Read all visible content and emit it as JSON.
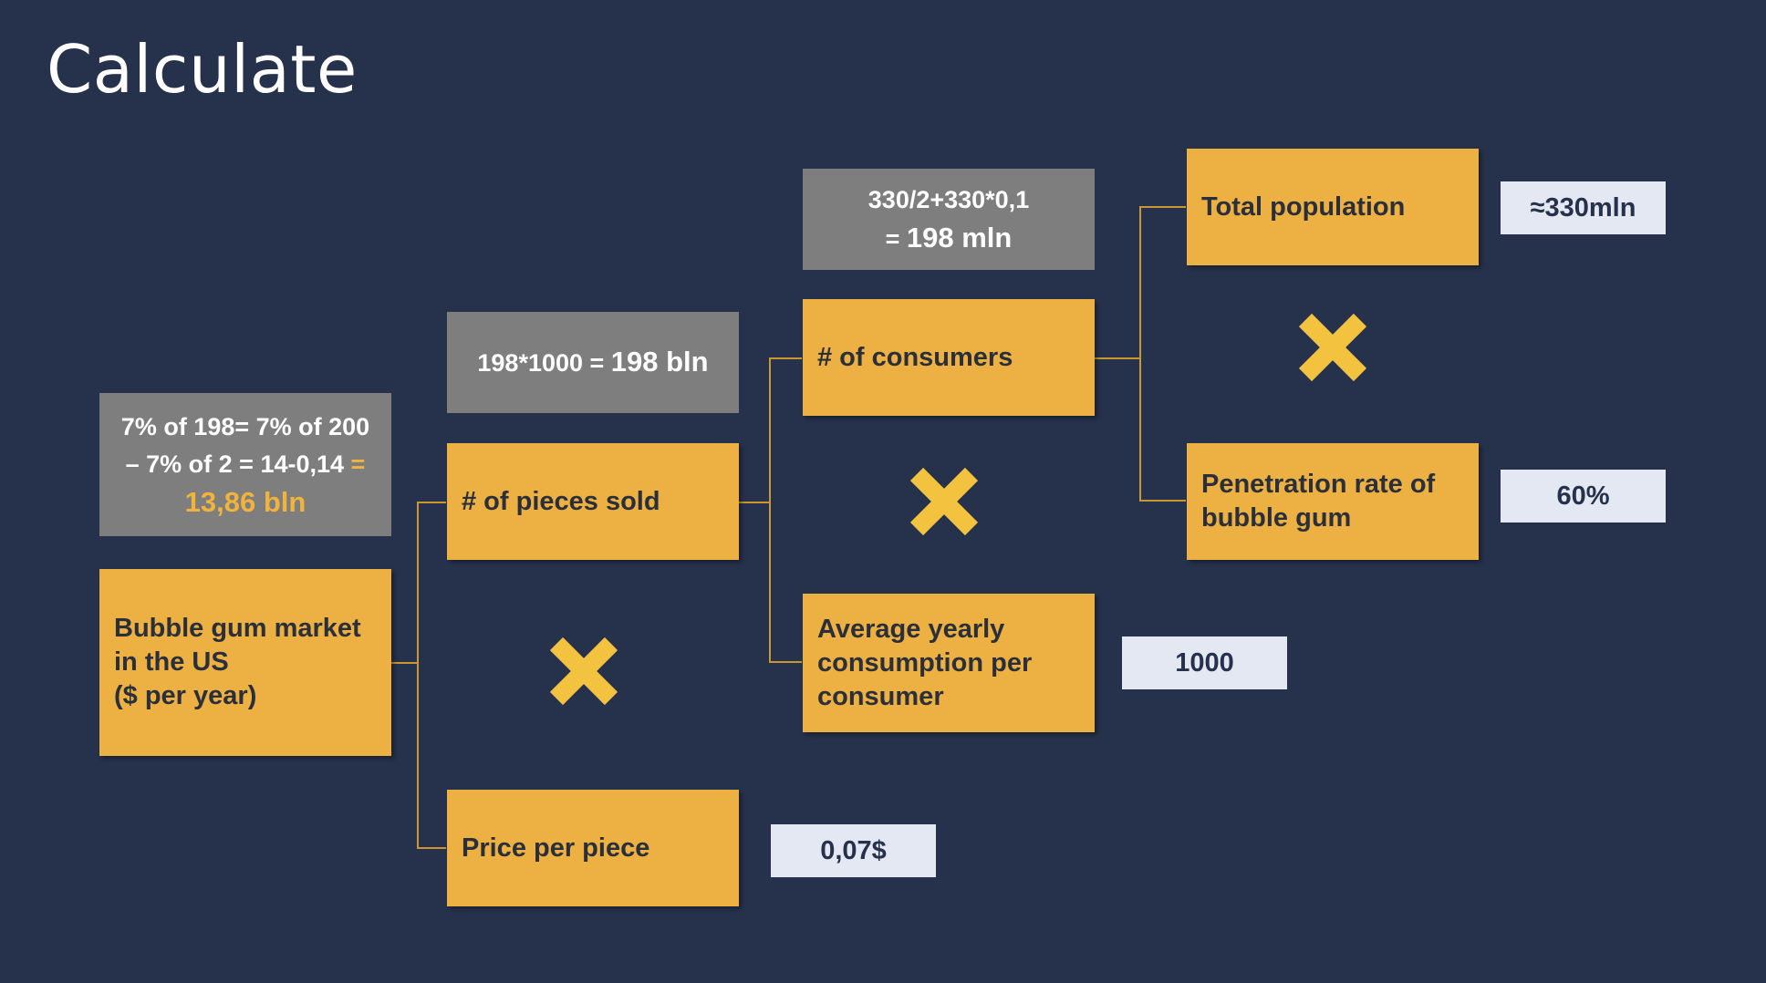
{
  "title": "Calculate",
  "boxes": {
    "market": "Bubble gum market\nin the US\n($ per year)",
    "pieces_sold": "# of pieces sold",
    "price_per_piece": "Price per piece",
    "consumers": "# of consumers",
    "avg_consumption": "Average yearly\nconsumption per\nconsumer",
    "total_population": "Total population",
    "penetration_rate": "Penetration rate of\nbubble gum"
  },
  "values": {
    "price": "0,07$",
    "consumption": "1000",
    "population": "≈330mln",
    "penetration": "60%"
  },
  "calcs": {
    "market_line1": "7% of 198= 7% of 200",
    "market_line2": "– 7% of 2 = 14-0,14",
    "market_eq": "=",
    "market_result": "13,86 bln",
    "pieces_expr": "198*1000 = ",
    "pieces_result": "198 bln",
    "consumers_line1": "330/2+330*0,1",
    "consumers_eq": "= ",
    "consumers_result": "198 mln"
  },
  "colors": {
    "background": "#26314c",
    "box": "#ecb043",
    "calc": "#7e7e7e",
    "value": "#e3e8f2",
    "multiply": "#f3c340",
    "highlight": "#f0b43c"
  },
  "icons": {
    "operator": "multiply-icon"
  }
}
